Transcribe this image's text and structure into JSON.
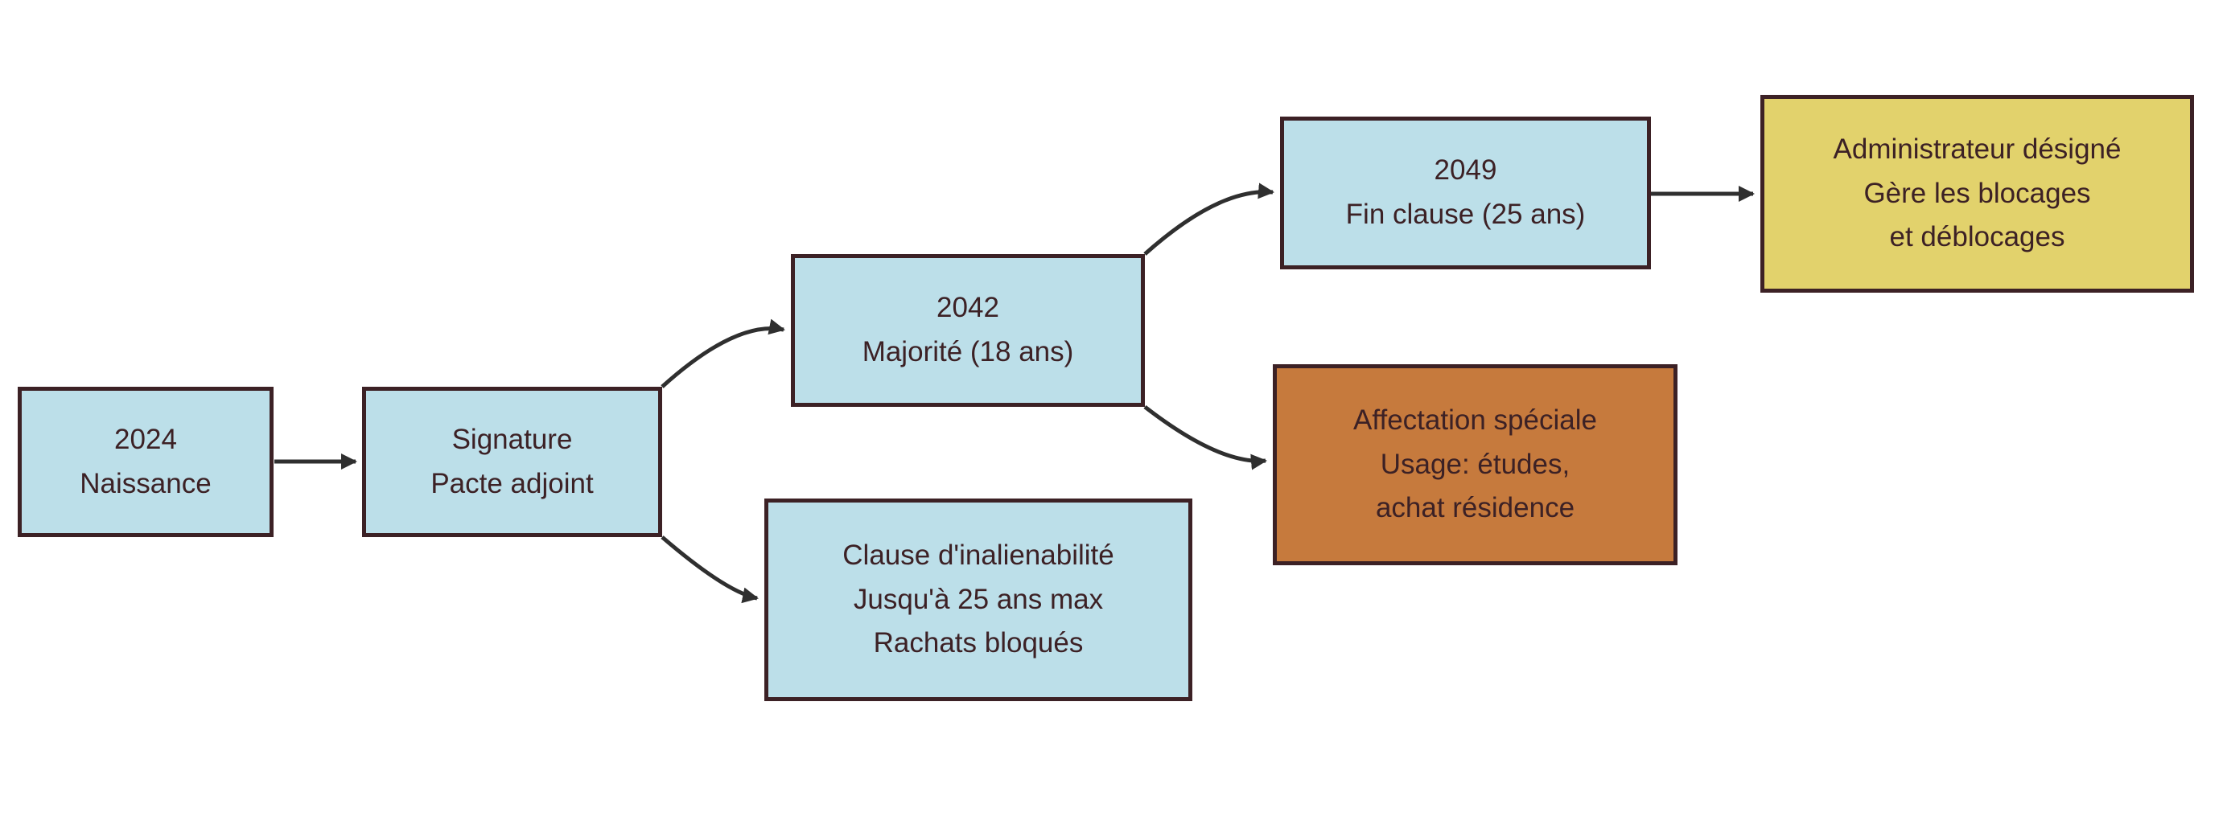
{
  "diagram": {
    "type": "flowchart",
    "direction": "left-to-right",
    "colors": {
      "node-fill-blue": "#BCDFE9",
      "node-fill-orange": "#C67A3D",
      "node-fill-yellow": "#E2D26C",
      "node-border": "#3C2125",
      "node-text": "#3C2125",
      "arrow": "#2F2F2F",
      "canvas-bg": "#FFFFFF"
    },
    "nodes": {
      "naissance": {
        "label": "2024\nNaissance",
        "fill": "#BCDFE9"
      },
      "signature": {
        "label": "Signature\nPacte adjoint",
        "fill": "#BCDFE9"
      },
      "majorite": {
        "label": "2042\nMajorité (18 ans)",
        "fill": "#BCDFE9"
      },
      "clause": {
        "label": "Clause d'inalienabilité\nJusqu'à 25 ans max\nRachats bloqués",
        "fill": "#BCDFE9"
      },
      "fin_clause": {
        "label": "2049\nFin clause (25 ans)",
        "fill": "#BCDFE9"
      },
      "affectation": {
        "label": "Affectation spéciale\nUsage: études,\nachat résidence",
        "fill": "#C67A3D"
      },
      "administrateur": {
        "label": "Administrateur désigné\nGère les blocages\net déblocages",
        "fill": "#E2D26C"
      }
    },
    "edges": [
      {
        "from": "naissance",
        "to": "signature"
      },
      {
        "from": "signature",
        "to": "majorite"
      },
      {
        "from": "signature",
        "to": "clause"
      },
      {
        "from": "majorite",
        "to": "fin_clause"
      },
      {
        "from": "majorite",
        "to": "affectation"
      },
      {
        "from": "fin_clause",
        "to": "administrateur"
      }
    ]
  }
}
